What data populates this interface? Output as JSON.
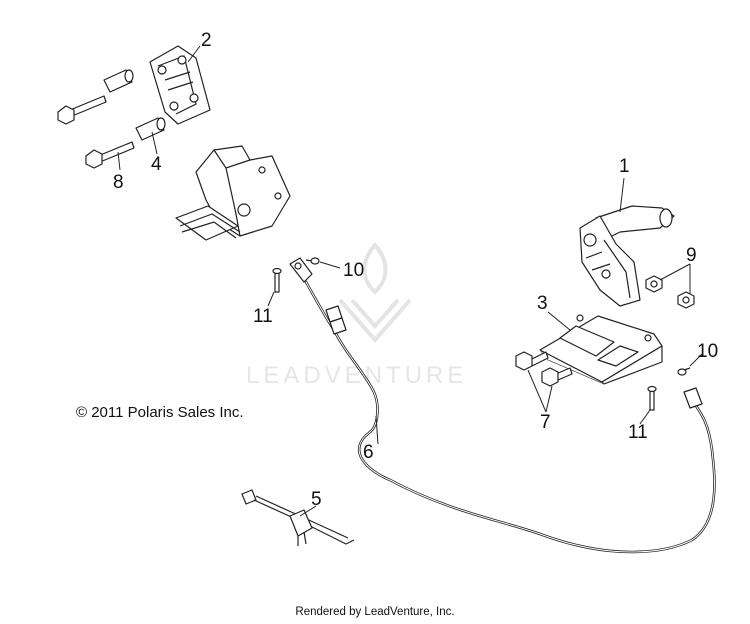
{
  "diagram": {
    "watermark_text": "LEADVENTURE",
    "copyright": "© 2011 Polaris Sales Inc.",
    "footer": "Rendered by LeadVenture, Inc.",
    "callouts": [
      {
        "id": "callout-1",
        "label": "1"
      },
      {
        "id": "callout-2",
        "label": "2"
      },
      {
        "id": "callout-3",
        "label": "3"
      },
      {
        "id": "callout-4",
        "label": "4"
      },
      {
        "id": "callout-5",
        "label": "5"
      },
      {
        "id": "callout-6",
        "label": "6"
      },
      {
        "id": "callout-7",
        "label": "7"
      },
      {
        "id": "callout-8",
        "label": "8"
      },
      {
        "id": "callout-9",
        "label": "9"
      },
      {
        "id": "callout-10a",
        "label": "10"
      },
      {
        "id": "callout-10b",
        "label": "10"
      },
      {
        "id": "callout-11a",
        "label": "11"
      },
      {
        "id": "callout-11b",
        "label": "11"
      }
    ]
  }
}
